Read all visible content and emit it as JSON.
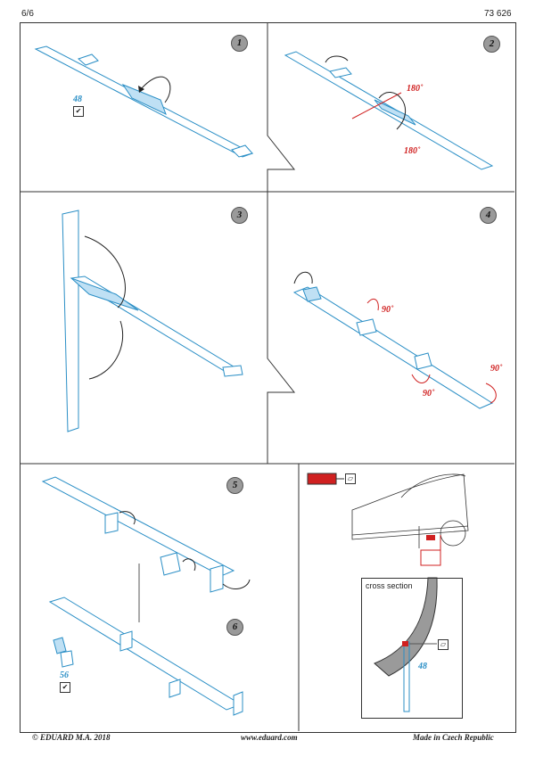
{
  "header": {
    "page": "6/6",
    "code": "73 626"
  },
  "steps": [
    "1",
    "2",
    "3",
    "4",
    "5",
    "6"
  ],
  "part_refs": {
    "s1": "48",
    "s6": "56",
    "cs": "48"
  },
  "angles": {
    "a180_1": "180˚",
    "a180_2": "180˚",
    "a90_1": "90˚",
    "a90_2": "90˚",
    "a90_3": "90˚"
  },
  "cross_section": "cross section",
  "footer": {
    "copyright": "© EDUARD  M.A. 2018",
    "url": "www.eduard.com",
    "origin": "Made in Czech Republic"
  },
  "colors": {
    "part": "#2b8fc6",
    "part_fill": "#bfe0f4",
    "arrow": "#222",
    "accent": "#d02020"
  }
}
